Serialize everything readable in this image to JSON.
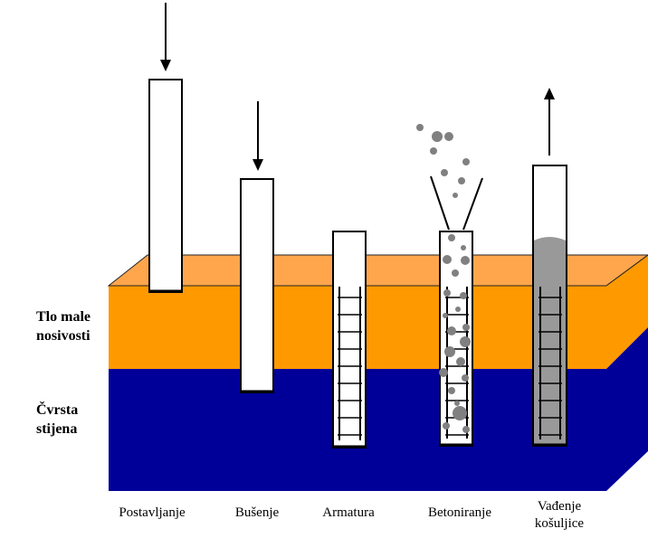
{
  "layers": {
    "soft_soil": {
      "label_line1": "Tlo male",
      "label_line2": "nosivosti",
      "color": "#ff9900"
    },
    "rock": {
      "label_line1": "Čvrsta",
      "label_line2": "stijena",
      "color": "#000099"
    }
  },
  "steps": [
    {
      "label": "Postavljanje"
    },
    {
      "label": "Bušenje"
    },
    {
      "label": "Armatura"
    },
    {
      "label": "Betoniranje"
    },
    {
      "label_line1": "Vađenje",
      "label_line2": "košuljice"
    }
  ],
  "colors": {
    "casing": "#ffffff",
    "outline": "#000000",
    "concrete": "#999999",
    "aggregate": "#777777"
  }
}
